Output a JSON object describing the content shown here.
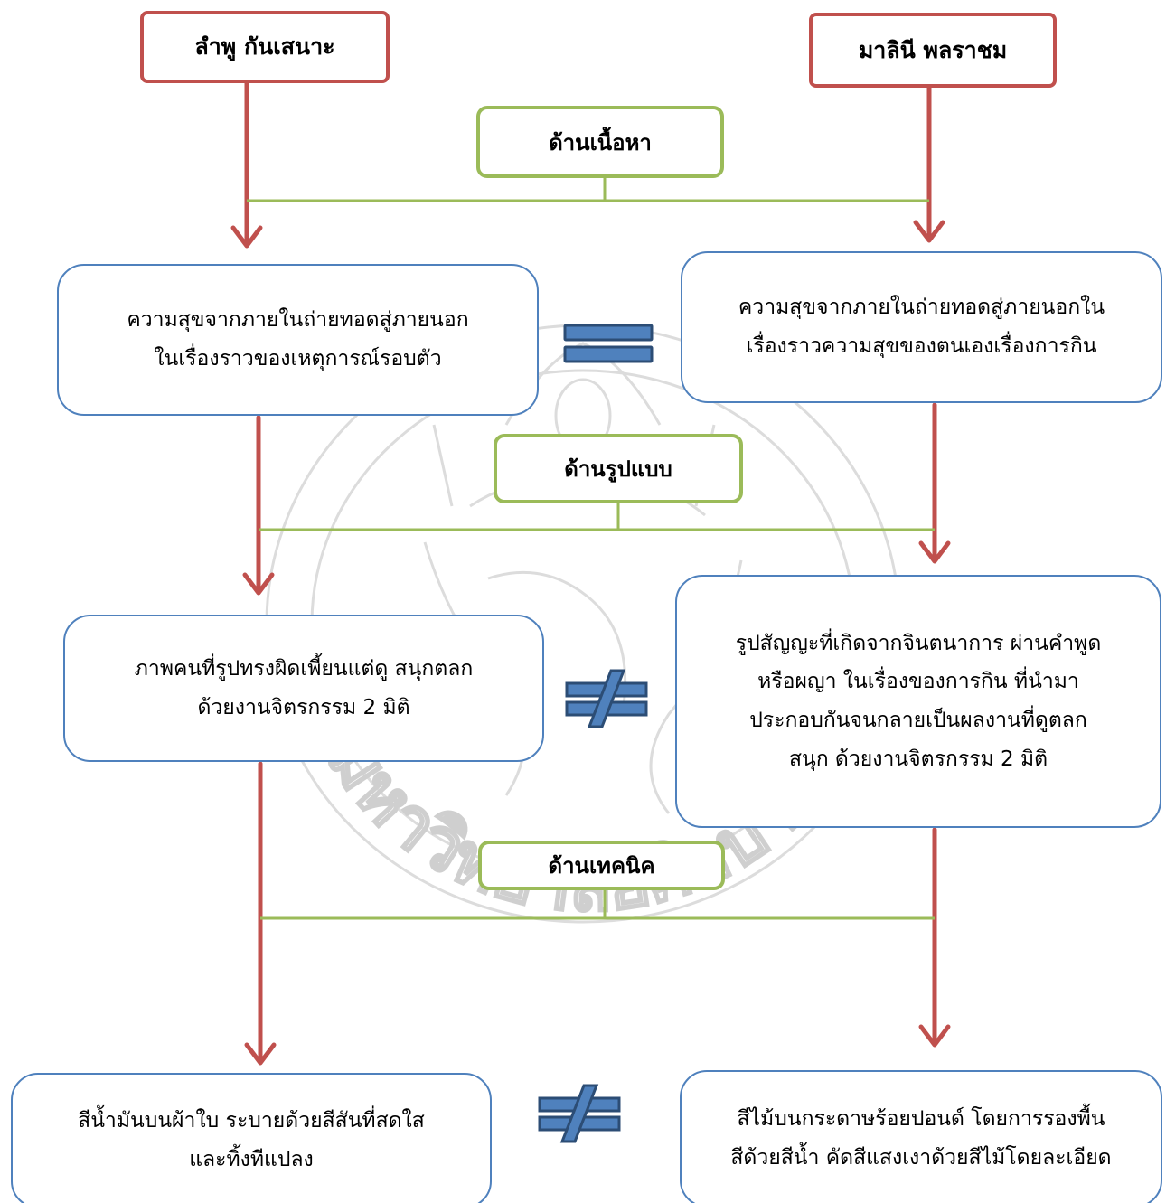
{
  "persons": {
    "left": "ลำพู  กันเสนาะ",
    "right": "มาลินี  พลราชม"
  },
  "aspects": {
    "content": "ด้านเนื้อหา",
    "form": "ด้านรูปแบบ",
    "technique": "ด้านเทคนิค"
  },
  "content_row": {
    "left_lines": [
      "ความสุขจากภายในถ่ายทอดสู่ภายนอก",
      "ในเรื่องราวของเหตุการณ์รอบตัว"
    ],
    "relation": "equal",
    "right_lines": [
      "ความสุขจากภายในถ่ายทอดสู่ภายนอกใน",
      "เรื่องราวความสุขของตนเองเรื่องการกิน"
    ]
  },
  "form_row": {
    "left_lines": [
      "ภาพคนที่รูปทรงผิดเพี้ยนแต่ดู สนุกตลก",
      "ด้วยงานจิตรกรรม 2 มิติ"
    ],
    "relation": "not-equal",
    "right_lines": [
      "รูปสัญญะที่เกิดจากจินตนาการ ผ่านคำพูด",
      "หรือผญา ในเรื่องของการกิน ที่นำมา",
      "ประกอบกันจนกลายเป็นผลงานที่ดูตลก",
      "สนุก ด้วยงานจิตรกรรม 2 มิติ"
    ]
  },
  "technique_row": {
    "left_lines": [
      "สีน้ำมันบนผ้าใบ ระบายด้วยสีสันที่สดใส",
      "และทิ้งทีแปลง"
    ],
    "relation": "not-equal",
    "right_lines": [
      "สีไม้บนกระดาษร้อยปอนด์ โดยการรองพื้น",
      "สีด้วยสีน้ำ คัดสีแสงเงาด้วยสีไม้โดยละเอียด"
    ]
  },
  "watermark_text": "มหาวิทยาลัยศิลปากร",
  "colors": {
    "person_border": "#c0504d",
    "arrow": "#c0504d",
    "aspect_border": "#9bbb59",
    "connector": "#9bbb59",
    "desc_border": "#4f81bd",
    "symbol_fill": "#4f81bd",
    "symbol_outline": "#2c4d75"
  }
}
